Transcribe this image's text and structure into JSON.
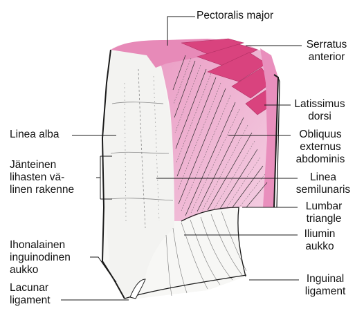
{
  "labels": {
    "pectoralis_major": "Pectoralis major",
    "serratus_anterior": [
      "Serratus",
      "anterior"
    ],
    "latissimus_dorsi": [
      "Latissimus",
      "dorsi"
    ],
    "obliquus_externus": [
      "Obliquus",
      "externus",
      "abdominis"
    ],
    "linea_semilunaris": [
      "Linea",
      "semilunaris"
    ],
    "lumbar_triangle": [
      "Lumbar",
      "triangle"
    ],
    "iliumin_aukko": [
      "Iliumin",
      "aukko"
    ],
    "inguinal_ligament": [
      "Inguinal",
      "ligament"
    ],
    "linea_alba": "Linea alba",
    "janteinen": [
      "Jänteinen",
      "lihasten vä-",
      "linen rakenne"
    ],
    "ihonalainen": [
      "Ihonalainen",
      "inguinodinen",
      "aukko"
    ],
    "lacunar_ligament": [
      "Lacunar",
      "ligament"
    ]
  },
  "colors": {
    "muscle_light": "#f2c6dc",
    "muscle_mid": "#e88dbb",
    "muscle_dark": "#d9447f",
    "skin": "#f4f4f2",
    "outline": "#1a1a1a"
  }
}
